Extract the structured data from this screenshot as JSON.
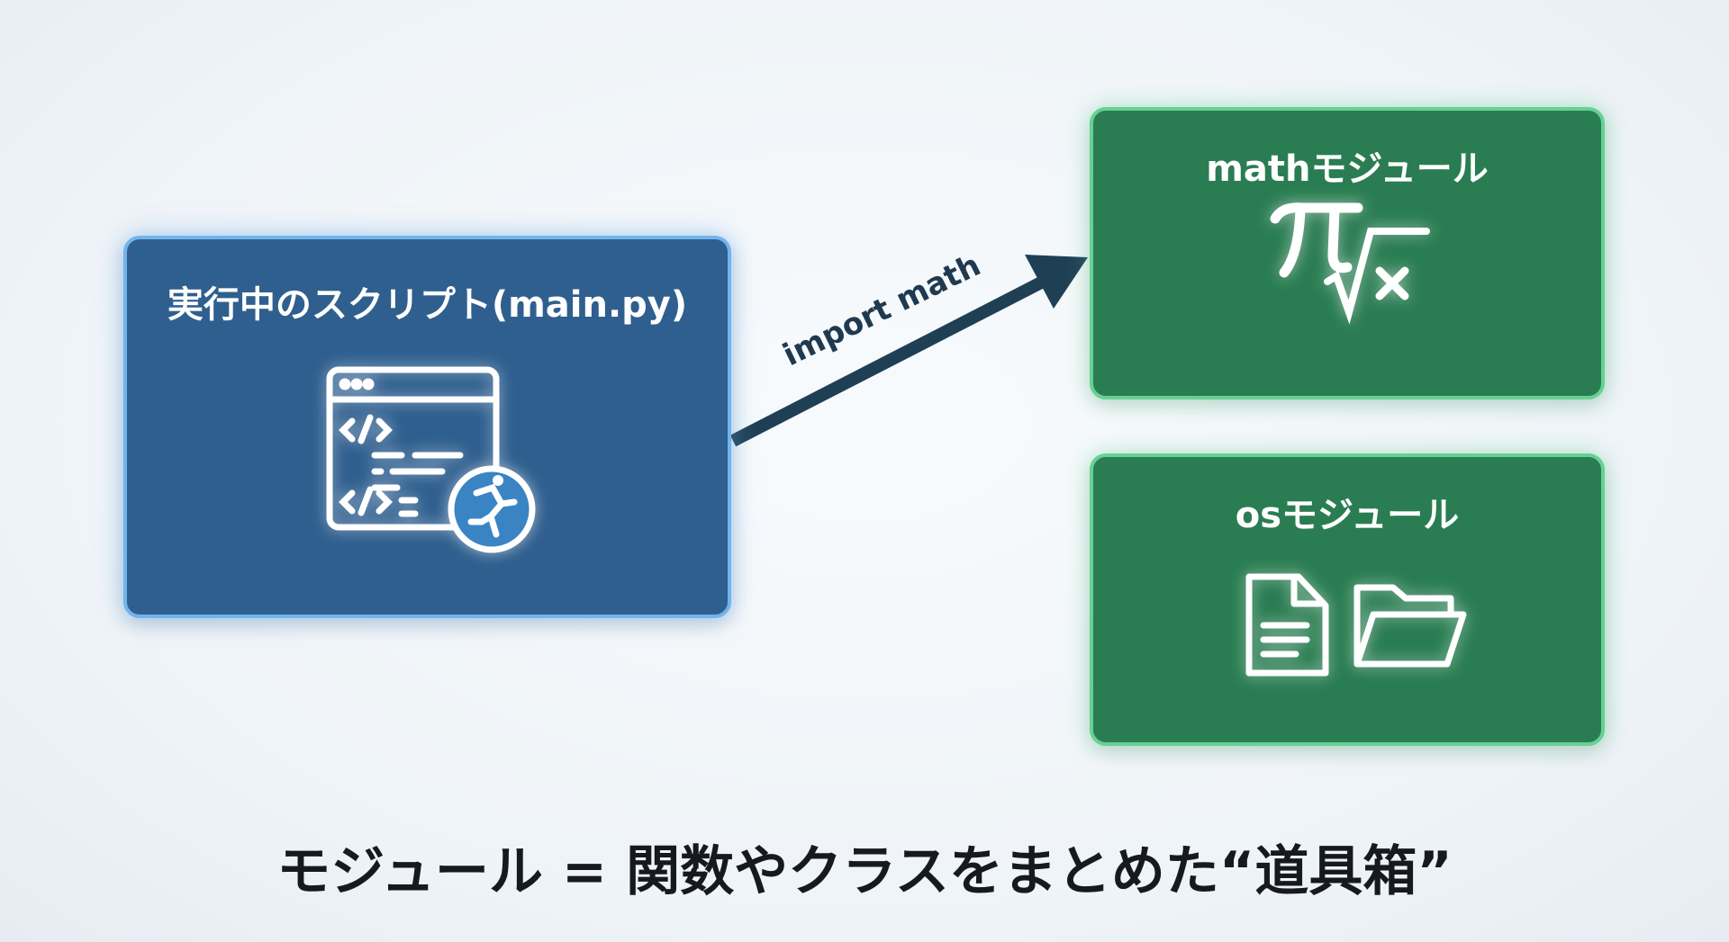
{
  "script_box": {
    "title": "実行中のスクリプト(main.py)",
    "icon": "code-window-running-icon"
  },
  "arrow": {
    "label": "import math"
  },
  "math_module": {
    "title": "mathモジュール",
    "icon": "pi-sqrt-x-icon"
  },
  "os_module": {
    "title": "osモジュール",
    "icons": [
      "document-icon",
      "folder-icon"
    ]
  },
  "caption": "モジュール = 関数やクラスをまとめた“道具箱”",
  "colors": {
    "script": "#2f5f8f",
    "module": "#2a7d52",
    "arrow": "#1f3f55"
  }
}
